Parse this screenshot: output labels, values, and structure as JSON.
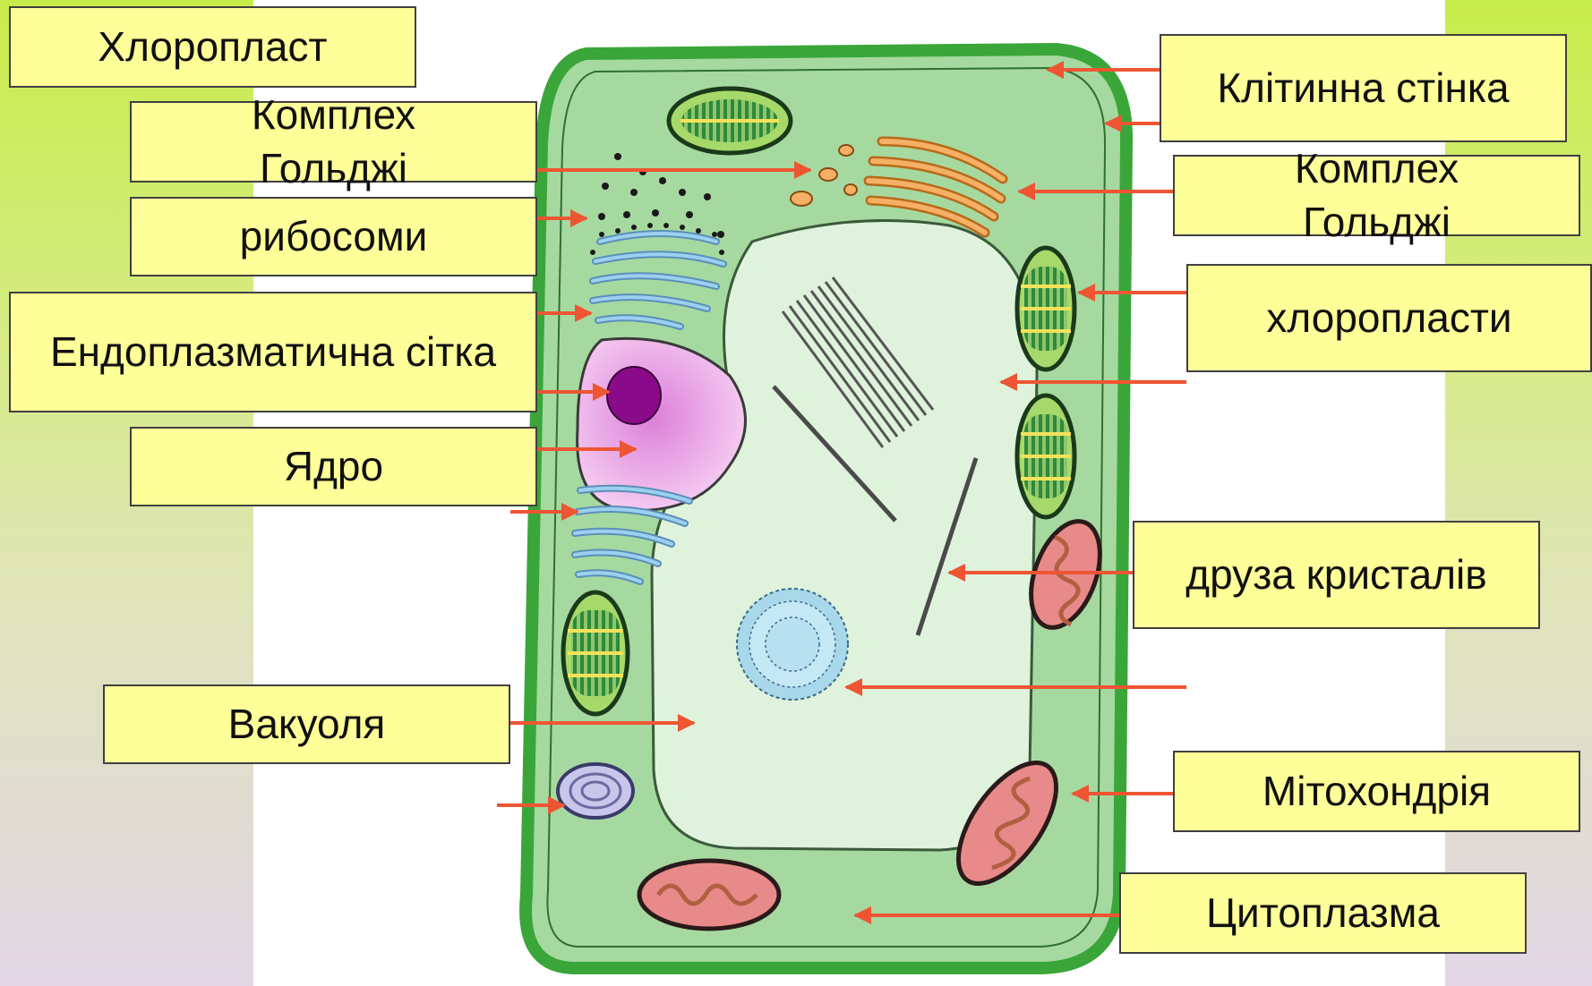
{
  "colors": {
    "label_fill": "#ffff99",
    "arrow": "#ee5533",
    "cell_wall": "#3aa63a",
    "cytoplasm": "#a6d9a0",
    "vacuole": "#dff2dc",
    "nucleus": "#e9a3e6",
    "nucleolus": "#8a0b8a",
    "er": "#8fc3e6",
    "golgi": "#f0a04a",
    "mitochondria": "#e98a8a"
  },
  "labels": {
    "chloroplast_top": "Хлоропласт",
    "golgi_left": "Комплех Гольджі",
    "ribosomes": "рибосоми",
    "er": "Ендоплазматична сітка",
    "nucleus": "Ядро",
    "vacuole": "Вакуоля",
    "cell_wall": "Клітинна стінка",
    "golgi_right": "Комплех Гольджі",
    "chloroplasts": "хлоропласти",
    "crystal_druse": "друза кристалів",
    "mitochondrion": "Мітохондрія",
    "cytoplasm": "Цитоплазма"
  }
}
